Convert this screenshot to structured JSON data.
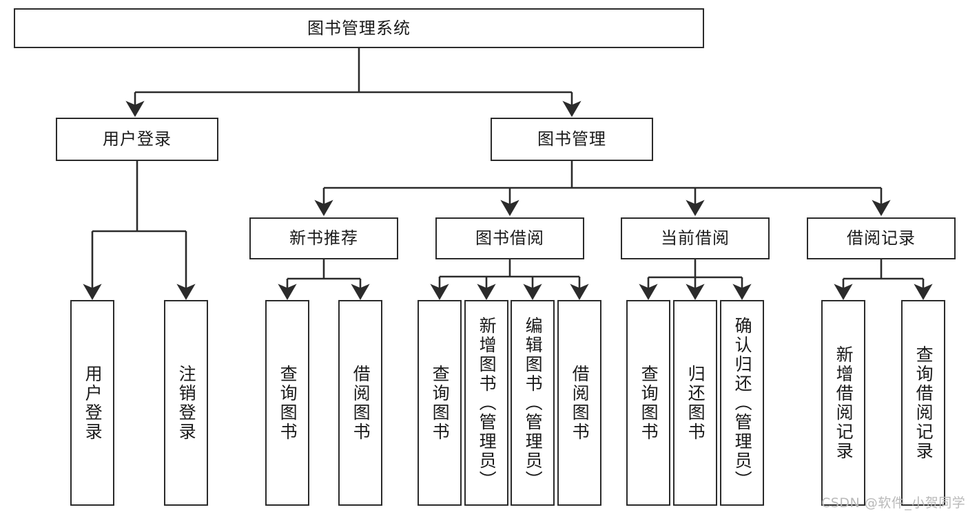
{
  "diagram": {
    "type": "tree-hierarchy-flowchart",
    "title": "图书管理系统",
    "line_color": "#2b2b2b",
    "box_fill": "#ffffff",
    "text_color": "#1a1a1a",
    "watermark": "CSDN @软件_小贺同学",
    "levels": {
      "root": {
        "label": "图书管理系统"
      },
      "level2": [
        {
          "id": "user-login",
          "label": "用户登录"
        },
        {
          "id": "book-management",
          "label": "图书管理"
        }
      ],
      "level3": [
        {
          "id": "new-book-recommend",
          "label": "新书推荐"
        },
        {
          "id": "book-borrow",
          "label": "图书借阅"
        },
        {
          "id": "current-borrow",
          "label": "当前借阅"
        },
        {
          "id": "borrow-record",
          "label": "借阅记录"
        }
      ],
      "leaves": {
        "user-login": [
          {
            "id": "leaf-user-login",
            "label": "用户登录"
          },
          {
            "id": "leaf-logout",
            "label": "注销登录"
          }
        ],
        "new-book-recommend": [
          {
            "id": "leaf-query-book-1",
            "label": "查询图书"
          },
          {
            "id": "leaf-borrow-book-1",
            "label": "借阅图书"
          }
        ],
        "book-borrow": [
          {
            "id": "leaf-query-book-2",
            "label": "查询图书"
          },
          {
            "id": "leaf-add-book",
            "label": "新增图书（管理员）"
          },
          {
            "id": "leaf-edit-book",
            "label": "编辑图书（管理员）"
          },
          {
            "id": "leaf-borrow-book-2",
            "label": "借阅图书"
          }
        ],
        "current-borrow": [
          {
            "id": "leaf-query-book-3",
            "label": "查询图书"
          },
          {
            "id": "leaf-return-book",
            "label": "归还图书"
          },
          {
            "id": "leaf-confirm-return",
            "label": "确认归还（管理员）"
          }
        ],
        "borrow-record": [
          {
            "id": "leaf-add-record",
            "label": "新增借阅记录"
          },
          {
            "id": "leaf-query-record",
            "label": "查询借阅记录"
          }
        ]
      }
    }
  }
}
